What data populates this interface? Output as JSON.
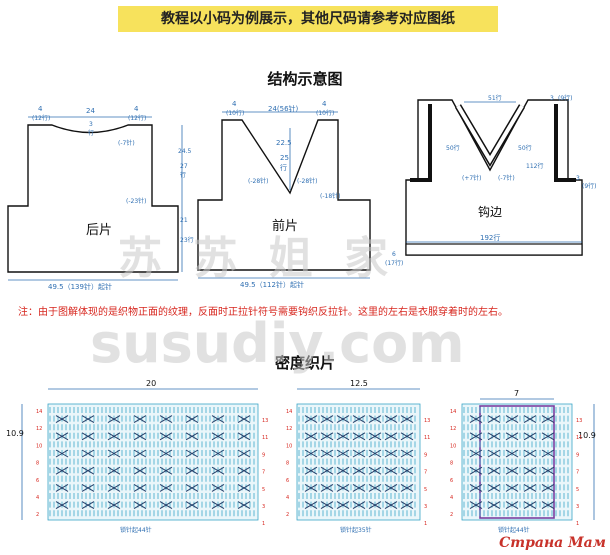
{
  "header": {
    "banner": "教程以小码为例展示，其他尺码请参考对应图纸"
  },
  "sections": {
    "structure": "结构示意图",
    "density": "密度织片"
  },
  "back": {
    "label": "后片",
    "shoulder": "4",
    "shoulder_rows": "(12行)",
    "neck_width": "24",
    "neck_depth": "3",
    "neck_depth_rows": "行",
    "neck_dec": "(-7针)",
    "armhole_h": "24.5",
    "armhole_rows_a": "27",
    "armhole_rows_b": "行",
    "armhole_dec": "(-23针)",
    "body_h": "21",
    "body_rows": "23行",
    "width": "49.5（139针）起针"
  },
  "front": {
    "label": "前片",
    "shoulder_l": "4",
    "shoulder_l_rows": "(10行)",
    "neck_width": "24(56针)",
    "shoulder_r": "4",
    "shoulder_r_rows": "(10行)",
    "neck_depth": "22.5",
    "neck_rows_a": "25",
    "neck_rows_b": "行",
    "dec_l": "(-28针)",
    "dec_m": "(-28针)",
    "dec_r": "(-18针)",
    "width": "49.5（112针）起针"
  },
  "edging": {
    "label": "钩边",
    "top": "51行",
    "right_top": "3",
    "right_top_rows": "(9行)",
    "neck_side": "50行",
    "neck_side_r": "50行",
    "inc": "(+7针)",
    "dec": "(-7针)",
    "armhole": "112行",
    "side": "3",
    "side_rows": "(9行)",
    "hem": "192行",
    "hem_h": "6",
    "hem_rows": "(17行)"
  },
  "note": "注：由于图解体现的是织物正面的纹理，反面时正拉针符号需要钩织反拉针。这里的左右是衣服穿着时的左右。",
  "swatches": {
    "height": "10.9",
    "height_r": "10.9",
    "s1_width": "20",
    "s1_footer": "锁针起44针",
    "s2_width": "12.5",
    "s2_footer": "锁针起35针",
    "s3_width": "7",
    "s3_footer": "锁针起44针",
    "row_labels_left": [
      "14",
      "12",
      "10",
      "8",
      "6",
      "4",
      "2"
    ],
    "row_labels_right": [
      "13",
      "11",
      "9",
      "7",
      "5",
      "3",
      "1"
    ]
  },
  "watermark": {
    "cn": "苏 苏 姐 家",
    "latin": "susudiy.com"
  },
  "logo": "Страна Мам",
  "colors": {
    "banner": "#f7e25c",
    "dim": "#2f6fb2",
    "note": "#d7261e",
    "stitch": "#3aa6c7",
    "accent": "#7a3fa0"
  }
}
